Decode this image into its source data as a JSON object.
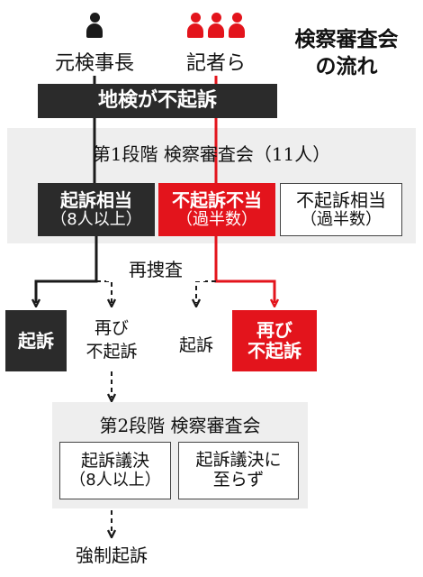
{
  "title": {
    "line1": "検察審査会",
    "line2": "の流れ"
  },
  "actors": {
    "prosecutor": "元検事長",
    "reporters": "記者ら"
  },
  "top_decision": "地検が不起訴",
  "stage1": {
    "title": "第1段階  検察審査会（11人）",
    "verdict_prosecute": {
      "label": "起訴相当",
      "condition": "（8人以上）"
    },
    "verdict_improper": {
      "label": "不起訴不当",
      "condition": "（過半数）"
    },
    "verdict_proper": {
      "label": "不起訴相当",
      "condition": "（過半数）"
    }
  },
  "reinvestigation": "再捜査",
  "outcomes": {
    "indict_left": "起訴",
    "non_indict_left": {
      "line1": "再び",
      "line2": "不起訴"
    },
    "indict_right": "起訴",
    "non_indict_right": {
      "line1": "再び",
      "line2": "不起訴"
    }
  },
  "stage2": {
    "title": "第2段階  検察審査会",
    "resolution": {
      "line1": "起訴議決",
      "line2": "（8人以上）"
    },
    "no_resolution": {
      "line1": "起訴議決に",
      "line2": "至らず"
    }
  },
  "final": "強制起訴",
  "colors": {
    "black": "#2b2b2b",
    "red": "#e3141c",
    "gray_panel": "#eeeeee"
  }
}
